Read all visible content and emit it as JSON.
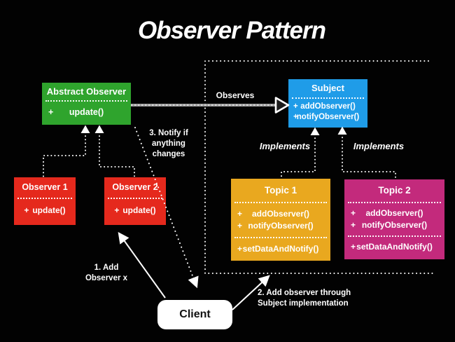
{
  "title": "Observer Pattern",
  "colors": {
    "background": "#020202",
    "abstract_observer": "#2fa42d",
    "subject": "#1f9ce8",
    "observer": "#e5291d",
    "topic1": "#e9a81f",
    "topic2": "#c32a7c",
    "client": "#ffffff",
    "connector": "#ffffff",
    "observes_line": "#9a9a9a"
  },
  "boxes": {
    "abstract_observer": {
      "title": "Abstract Observer",
      "methods": [
        {
          "visibility": "+",
          "name": "update()"
        }
      ]
    },
    "subject": {
      "title": "Subject",
      "methods": [
        {
          "visibility": "+",
          "name": "addObserver()"
        },
        {
          "visibility": "+",
          "name": "notifyObserver()"
        }
      ]
    },
    "observer1": {
      "title": "Observer 1",
      "methods": [
        {
          "visibility": "+",
          "name": "update()"
        }
      ]
    },
    "observer2": {
      "title": "Observer 2",
      "methods": [
        {
          "visibility": "+",
          "name": "update()"
        }
      ]
    },
    "topic1": {
      "title": "Topic 1",
      "methods": [
        {
          "visibility": "+",
          "name": "addObserver()"
        },
        {
          "visibility": "+",
          "name": "notifyObserver()"
        }
      ],
      "methods_extra": [
        {
          "visibility": "+",
          "name": "setDataAndNotify()"
        }
      ]
    },
    "topic2": {
      "title": "Topic 2",
      "methods": [
        {
          "visibility": "+",
          "name": "addObserver()"
        },
        {
          "visibility": "+",
          "name": "notifyObserver()"
        }
      ],
      "methods_extra": [
        {
          "visibility": "+",
          "name": "setDataAndNotify()"
        }
      ]
    },
    "client": {
      "title": "Client"
    }
  },
  "labels": {
    "observes": "Observes",
    "implements_left": "Implements",
    "implements_right": "Implements",
    "note_notify": [
      "3. Notify if",
      "anything",
      "changes"
    ],
    "note_add_observer": [
      "1. Add",
      "Observer x"
    ],
    "note_add_through_subject": [
      "2. Add observer through",
      "Subject implementation"
    ]
  }
}
